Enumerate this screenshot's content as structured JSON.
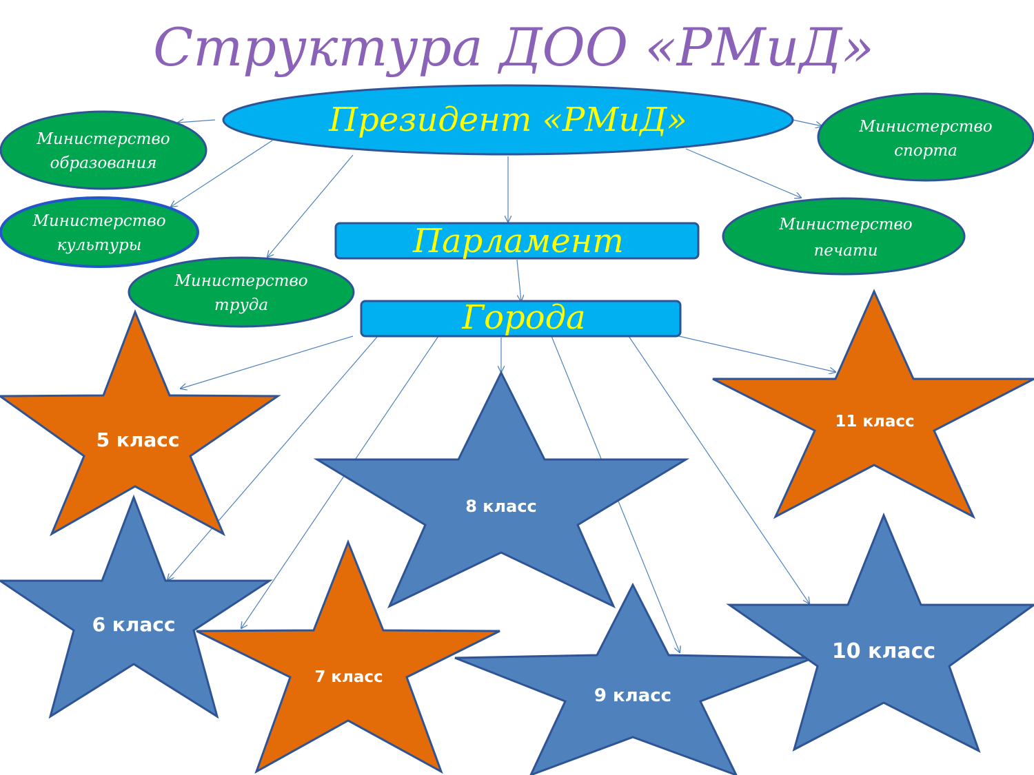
{
  "title": "Структура ДОО «РМиД»",
  "president": "Президент «РМиД»",
  "parliament": "Парламент",
  "cities": "Города",
  "ministries": {
    "education": [
      "Министерство",
      "образования"
    ],
    "culture": [
      "Министерство",
      "культуры"
    ],
    "labor": [
      "Министерство",
      "труда"
    ],
    "sport": [
      "Министерство",
      "спорта"
    ],
    "press": [
      "Министерство",
      "печати"
    ]
  },
  "classes": {
    "c5": "5 класс",
    "c6": "6 класс",
    "c7": "7 класс",
    "c8": "8 класс",
    "c9": "9 класс",
    "c10": "10 класс",
    "c11": "11 класс"
  },
  "colors": {
    "title": "#8a62b8",
    "president_fill": "#00b0f0",
    "ministry_fill": "#00a550",
    "box_fill": "#00b0f0",
    "star_orange": "#e36c09",
    "star_blue": "#4f81bd",
    "label_yellow": "#ffff00",
    "arrow": "#4f81bd"
  }
}
